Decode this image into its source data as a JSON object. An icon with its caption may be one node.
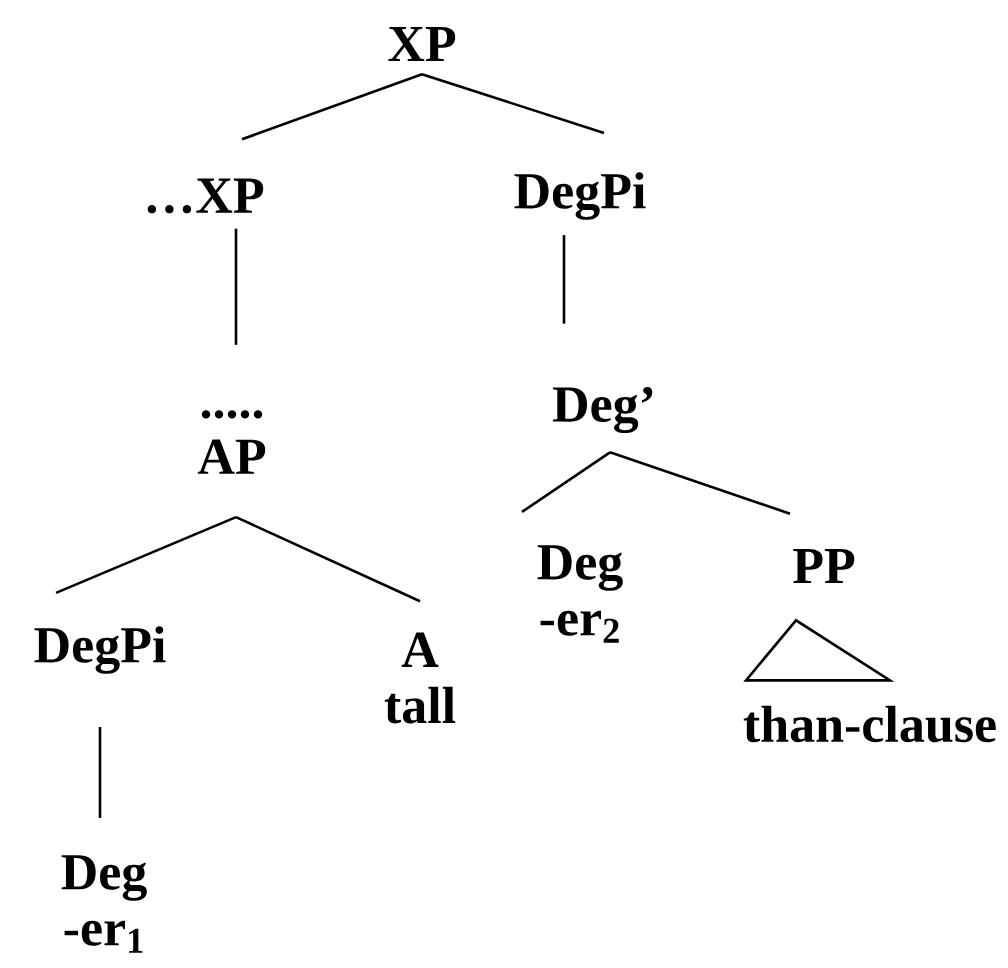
{
  "diagram": {
    "nodes": [
      {
        "text": [
          "XP"
        ]
      },
      {
        "text": [
          "…XP"
        ]
      },
      {
        "text": [
          "DegPi"
        ]
      },
      {
        "text": [
          ".....",
          "AP"
        ]
      },
      {
        "text": [
          "Deg’"
        ]
      },
      {
        "text": [
          "DegPi"
        ]
      },
      {
        "text": [
          "A",
          "tall"
        ]
      },
      {
        "text": [
          "Deg",
          "-er$_{2}$"
        ]
      },
      {
        "text": [
          "PP"
        ]
      },
      {
        "text": [
          "than-clause"
        ]
      },
      {
        "text": [
          "Deg",
          "-er$_{1}$"
        ]
      }
    ],
    "edges": [
      {
        "from": 0,
        "to": 1,
        "arrow": "none"
      },
      {
        "from": 0,
        "to": 2,
        "arrow": "none"
      },
      {
        "from": 1,
        "to": 3,
        "arrow": "none"
      },
      {
        "from": 2,
        "to": 4,
        "arrow": "none"
      },
      {
        "from": 3,
        "to": 5,
        "arrow": "none"
      },
      {
        "from": 3,
        "to": 6,
        "arrow": "none"
      },
      {
        "from": 4,
        "to": 7,
        "arrow": "none"
      },
      {
        "from": 4,
        "to": 8,
        "arrow": "none"
      },
      {
        "from": 8,
        "to": 9,
        "arrow": "none"
      },
      {
        "from": 5,
        "to": 10,
        "arrow": "none"
      }
    ]
  }
}
